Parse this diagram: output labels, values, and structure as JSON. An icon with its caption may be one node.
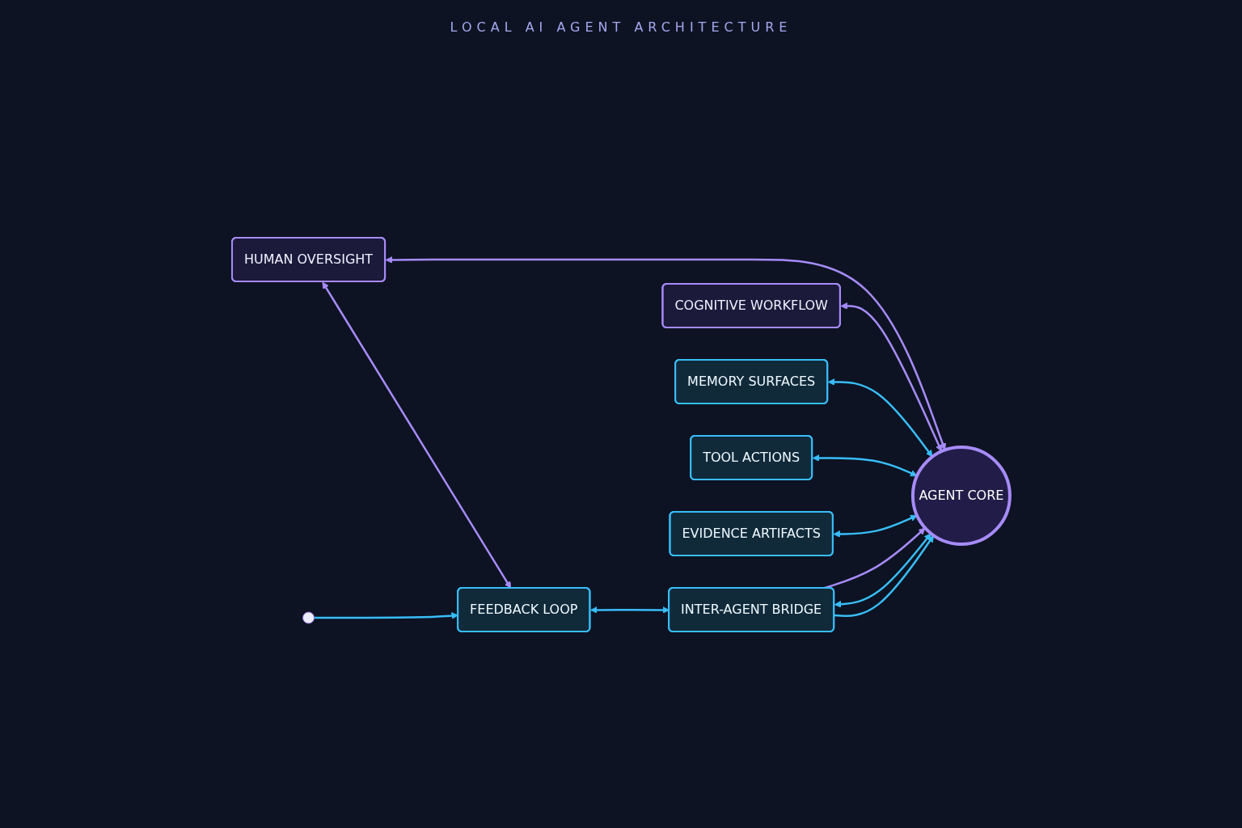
{
  "diagram": {
    "title": "LOCAL AI AGENT ARCHITECTURE",
    "nodes": [
      {
        "text": [
          "COGNITIVE WORKFLOW"
        ]
      },
      {
        "text": [
          "HUMAN OVERSIGHT"
        ]
      },
      {
        "text": [
          "MEMORY SURFACES"
        ]
      },
      {
        "text": [
          "AGENT CORE"
        ]
      },
      {
        "text": [
          "TOOL ACTIONS"
        ]
      },
      {
        "text": [
          "FEEDBACK LOOP"
        ]
      },
      {
        "text": [
          "EVIDENCE ARTIFACTS"
        ]
      },
      {
        "text": [
          "INTER-AGENT BRIDGE"
        ]
      }
    ],
    "edges": [
      {
        "from": 1,
        "to": 3,
        "arrow": "both",
        "color": "#a78bfa"
      },
      {
        "from": 0,
        "to": 3,
        "arrow": "both",
        "color": "#a78bfa"
      },
      {
        "from": 2,
        "to": 3,
        "arrow": "both"
      },
      {
        "from": 4,
        "to": 3,
        "arrow": "both"
      },
      {
        "from": 6,
        "to": 3,
        "arrow": "both"
      },
      {
        "from": 1,
        "to": 5,
        "arrow": "both",
        "color": "#a78bfa"
      },
      {
        "from": null,
        "to": 5,
        "arrow": "to"
      },
      {
        "from": 5,
        "to": 7,
        "arrow": "both"
      },
      {
        "from": 7,
        "to": 3,
        "arrow": "to",
        "color": "#a78bfa"
      },
      {
        "from": 7,
        "to": 3,
        "arrow": "both"
      },
      {
        "from": 7,
        "to": 3,
        "arrow": "to"
      }
    ]
  }
}
